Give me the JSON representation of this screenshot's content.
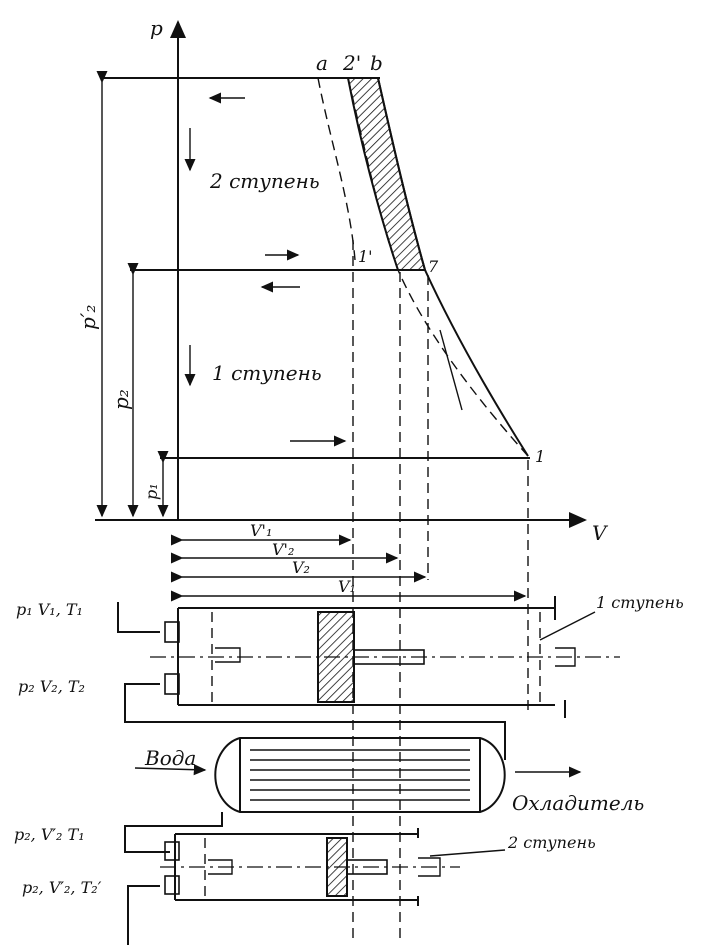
{
  "diagram": {
    "axes": {
      "y_label": "p",
      "x_label": "V"
    },
    "points": {
      "a": "a",
      "p2prime": "2'",
      "b": "b",
      "p1prime": "1'",
      "p7": "7",
      "p1": "1"
    },
    "stage_labels": {
      "stage2": "2 ступень",
      "stage1": "1 ступень"
    },
    "pressure_dims": {
      "p2prime": "p′₂",
      "p2": "p₂",
      "p1": "p₁"
    },
    "volume_dims": {
      "v1prime": "V'₁",
      "v2prime": "V'₂",
      "v2": "V₂",
      "v1": "V₁"
    }
  },
  "schematic": {
    "cyl1_label": "1 ступень",
    "cyl2_label": "2 ступень",
    "cooler_label": "Охладитель",
    "water_label": "Вода",
    "states": {
      "in1": "p₁ V₁, T₁",
      "out1": "p₂ V₂, T₂",
      "in2": "p₂, V′₂ T₁",
      "out2": "p₂, V′₂, T₂′"
    }
  }
}
